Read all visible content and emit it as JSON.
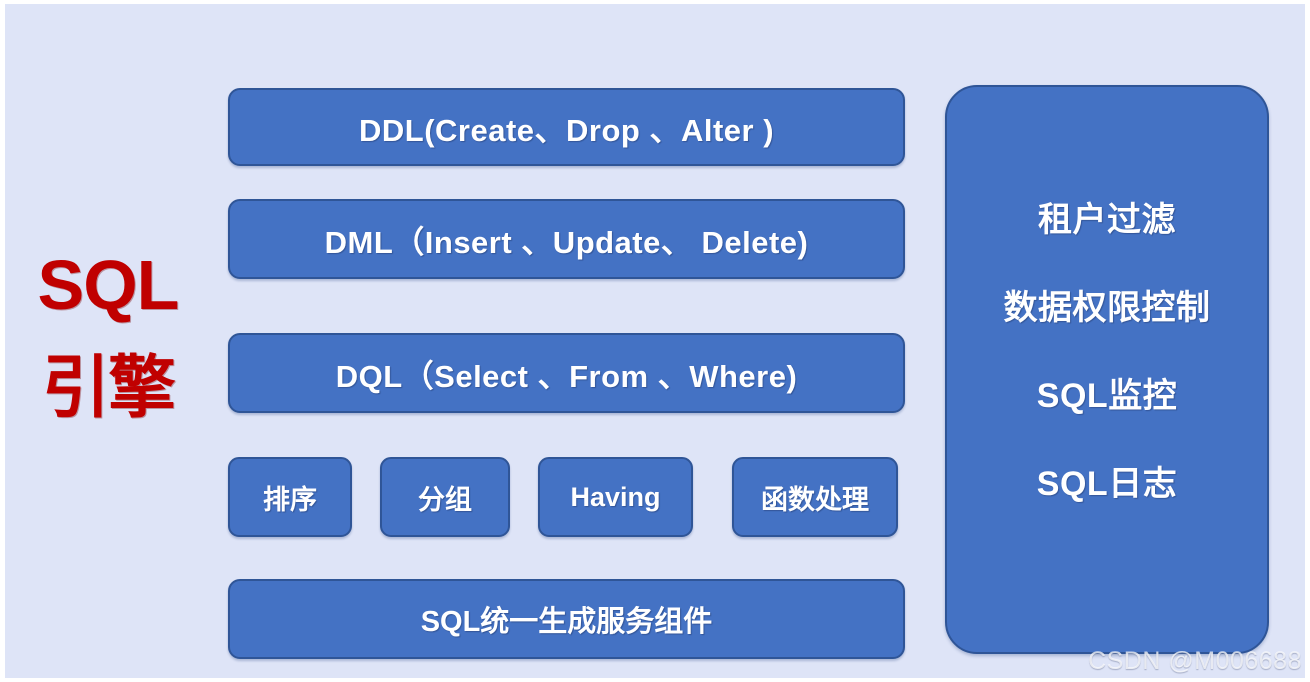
{
  "colors": {
    "slide_background": "#dee4f7",
    "box_fill": "#4472c4",
    "box_border": "#2f5597",
    "engine_label": "#c00000",
    "box_text": "#ffffff"
  },
  "engine_label": {
    "line_en": "SQL",
    "line_cn": "引擎"
  },
  "sql_layers": [
    {
      "id": "ddl",
      "label": "DDL(Create、Drop 、Alter )"
    },
    {
      "id": "dml",
      "label": "DML（Insert 、Update、 Delete)"
    },
    {
      "id": "dql",
      "label": "DQL（Select 、From 、Where)"
    },
    {
      "id": "unified",
      "label": "SQL统一生成服务组件"
    }
  ],
  "clause_boxes": [
    {
      "id": "sort",
      "label": "排序"
    },
    {
      "id": "group",
      "label": "分组"
    },
    {
      "id": "having",
      "label": "Having"
    },
    {
      "id": "func",
      "label": "函数处理"
    }
  ],
  "right_panel": {
    "items": [
      {
        "id": "tenant-filter",
        "label": "租户过滤"
      },
      {
        "id": "data-permission",
        "label": "数据权限控制"
      },
      {
        "id": "sql-monitor",
        "label": "SQL监控"
      },
      {
        "id": "sql-log",
        "label": "SQL日志"
      }
    ]
  },
  "watermark": {
    "text": "CSDN @M006688"
  }
}
